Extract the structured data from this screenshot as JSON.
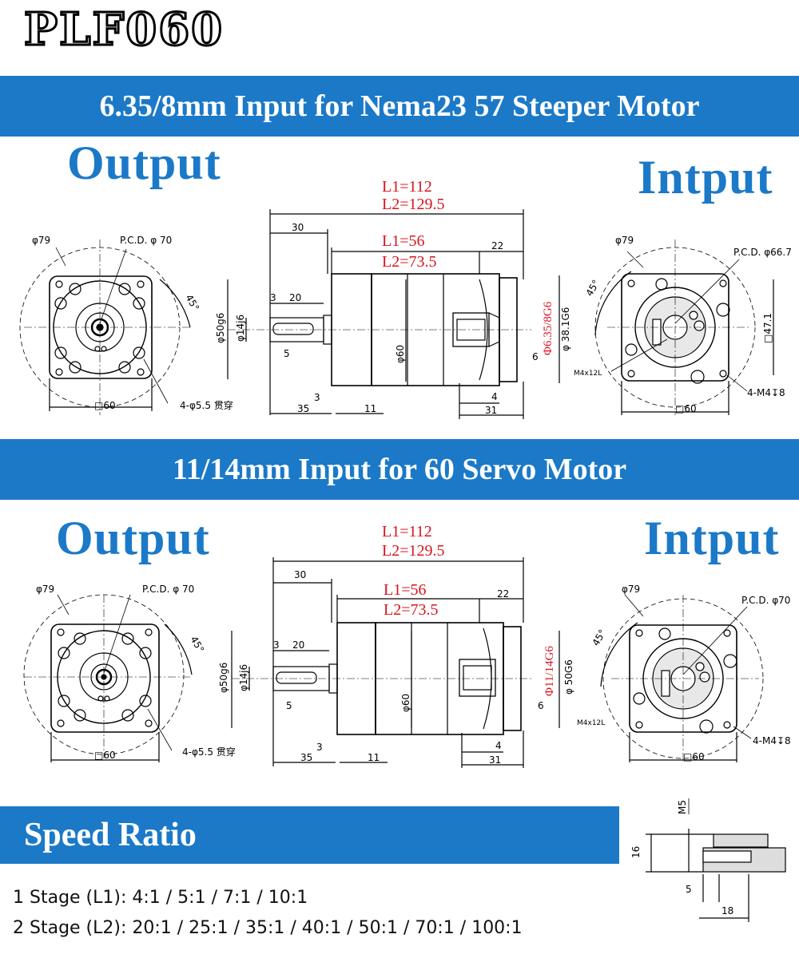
{
  "title": "PLF060",
  "sections": [
    {
      "banner": "6.35/8mm Input for Nema23 57 Steeper Motor",
      "output_label": "Output",
      "input_label": "Intput",
      "output_view": {
        "od": "φ79",
        "pcd": "P.C.D. φ 70",
        "angle": "45°",
        "square": "□60",
        "holes": "4-φ5.5 贯穿"
      },
      "side_view": {
        "L1": "L1=112",
        "L2": "L2=129.5",
        "l1": "L1=56",
        "l2": "L2=73.5",
        "d30": "30",
        "d22": "22",
        "d3a": "3",
        "d20": "20",
        "d5": "5",
        "d3b": "3",
        "d35": "35",
        "d11": "11",
        "d4": "4",
        "d31": "31",
        "d6": "6",
        "phi50": "φ50g6",
        "phi14": "φ14j6",
        "phi60": "φ60",
        "bore": "Φ6.35/8G6",
        "bore2": "φ 38.1G6",
        "m4": "M4x12L"
      },
      "input_view": {
        "od": "φ79",
        "pcd": "P.C.D. φ66.7",
        "angle": "45°",
        "square": "□60",
        "side": "□47.1",
        "holes": "4-M4↧8"
      }
    },
    {
      "banner": "11/14mm Input for 60 Servo Motor",
      "output_label": "Output",
      "input_label": "Intput",
      "output_view": {
        "od": "φ79",
        "pcd": "P.C.D. φ 70",
        "angle": "45°",
        "square": "□60",
        "holes": "4-φ5.5 贯穿"
      },
      "side_view": {
        "L1": "L1=112",
        "L2": "L2=129.5",
        "l1": "L1=56",
        "l2": "L2=73.5",
        "d30": "30",
        "d22": "22",
        "d3a": "3",
        "d20": "20",
        "d5": "5",
        "d3b": "3",
        "d35": "35",
        "d11": "11",
        "d4": "4",
        "d31": "31",
        "d6": "6",
        "phi50": "φ50g6",
        "phi14": "φ14j6",
        "phi60": "φ60",
        "bore": "Φ11/14G6",
        "bore2": "φ 50G6",
        "m4": "M4x12L"
      },
      "input_view": {
        "od": "φ79",
        "pcd": "P.C.D. φ70",
        "angle": "45°",
        "square": "□60",
        "holes": "4-M4↧8"
      }
    }
  ],
  "speed": {
    "title": "Speed Ratio",
    "stage1": "1 Stage (L1): 4:1 / 5:1 / 7:1 / 10:1",
    "stage2": "2 Stage (L2): 20:1 / 25:1 / 35:1 / 40:1 / 50:1 / 70:1 / 100:1"
  },
  "detail": {
    "m5": "M5",
    "d16": "16",
    "d5": "5",
    "d18": "18"
  },
  "colors": {
    "accent": "#1b79c8",
    "dimension_red": "#d8141c"
  }
}
